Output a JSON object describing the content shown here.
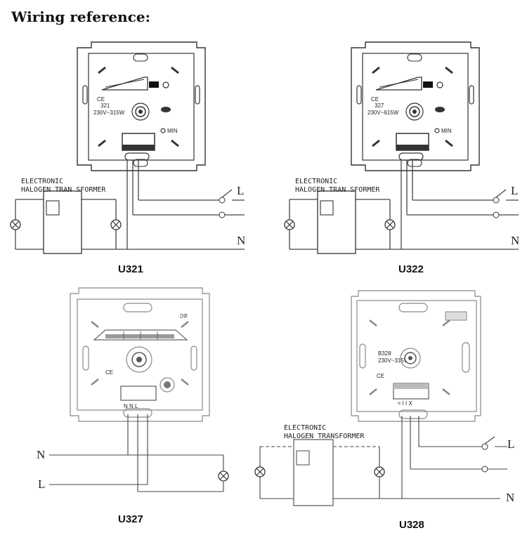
{
  "heading": "Wiring reference:",
  "diagrams": {
    "u321": {
      "caption": "U321",
      "model": "321",
      "rating": "230V~315W",
      "min": "MIN",
      "transformer": [
        "ELECTRONIC",
        "HALOGEN TRAN SFORMER"
      ],
      "live": "L",
      "neutral": "N"
    },
    "u322": {
      "caption": "U322",
      "model": "327",
      "rating": "230V~615W",
      "min": "MIN",
      "transformer": [
        "ELECTRONIC",
        "HALOGEN TRAN SFORMER"
      ],
      "live": "L",
      "neutral": "N"
    },
    "u327": {
      "caption": "U327",
      "terminals": "N N L",
      "neutral": "N",
      "live": "L"
    },
    "u328": {
      "caption": "U328",
      "model": "B328",
      "rating": "230V~315W",
      "transformer": [
        "ELECTRONIC",
        "HALOGEN TRANSFORMER"
      ],
      "live": "L",
      "neutral": "N"
    }
  }
}
